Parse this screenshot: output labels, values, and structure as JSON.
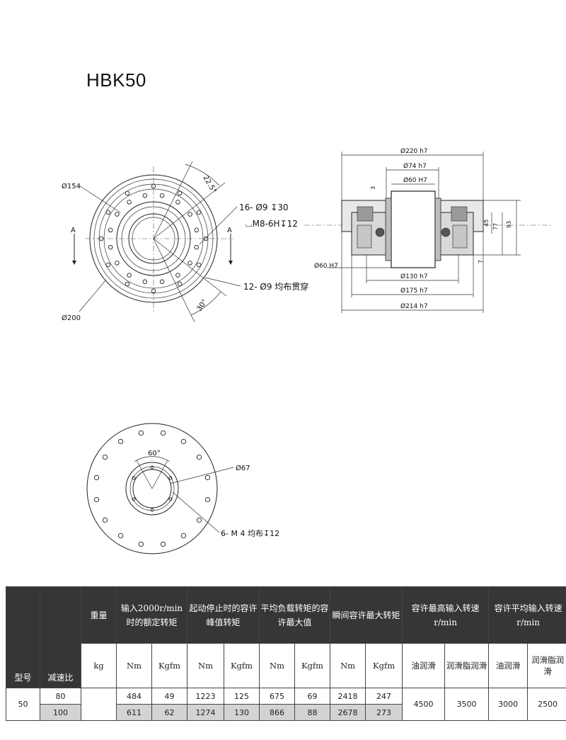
{
  "title": "HBK50",
  "front_view": {
    "dim_outer": "Ø200",
    "dim_pitch": "Ø154",
    "angle_top": "22.5°",
    "angle_bottom": "30°",
    "holes_16": "16- Ø9 ↧30",
    "thread_m8": "⌴M8-6H↧12",
    "holes_12": "12- Ø9 均布贯穿",
    "section_left": "A",
    "section_right": "A"
  },
  "section_view": {
    "dims_top": [
      "Ø220 h7",
      "Ø74 h7",
      "Ø60 H7"
    ],
    "dims_bottom": [
      "Ø130 h7",
      "Ø175 h7",
      "Ø214 h7"
    ],
    "bore_left": "Ø60 H7",
    "small_dims": [
      "3",
      "45",
      "77",
      "93",
      "7"
    ]
  },
  "rear_view": {
    "angle": "60°",
    "bore": "Ø67",
    "thread": "6- M 4 均布↧12"
  },
  "table": {
    "headers": {
      "model": "型号",
      "ratio": "减速比",
      "weight": "重量",
      "rated_torque": "输入2000r/min时的额定转矩",
      "peak_torque": "起动停止时的容许峰值转矩",
      "avg_torque": "平均负载转矩的容许最大值",
      "momentary_torque": "瞬间容许最大转矩",
      "max_speed": "容许最高输入转速 r/min",
      "avg_speed": "容许平均输入转速 r/min"
    },
    "units": {
      "kg": "kg",
      "nm": "Nm",
      "kgfm": "Kgfm",
      "oil": "油润滑",
      "grease": "润滑脂润滑"
    },
    "model_value": "50",
    "rows": [
      {
        "ratio": "80",
        "rated_nm": "484",
        "rated_kgfm": "49",
        "peak_nm": "1223",
        "peak_kgfm": "125",
        "avg_nm": "675",
        "avg_kgfm": "69",
        "mom_nm": "2418",
        "mom_kgfm": "247"
      },
      {
        "ratio": "100",
        "rated_nm": "611",
        "rated_kgfm": "62",
        "peak_nm": "1274",
        "peak_kgfm": "130",
        "avg_nm": "866",
        "avg_kgfm": "88",
        "mom_nm": "2678",
        "mom_kgfm": "273"
      }
    ],
    "speeds": {
      "max_oil": "4500",
      "max_grease": "3500",
      "avg_oil": "3000",
      "avg_grease": "2500"
    }
  }
}
